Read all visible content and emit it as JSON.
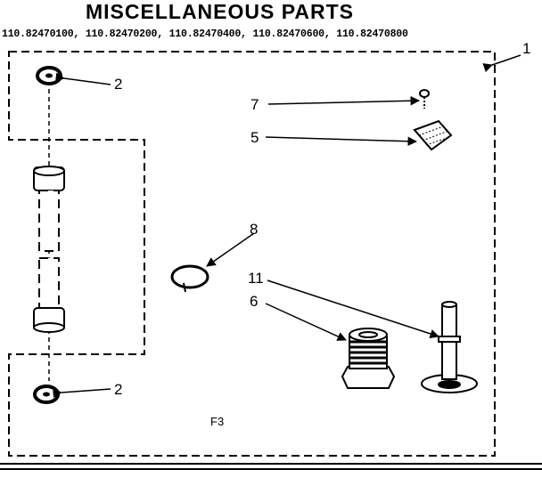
{
  "diagram": {
    "title": "MISCELLANEOUS PARTS",
    "model_numbers": "110.82470100, 110.82470200, 110.82470400, 110.82470600, 110.82470800",
    "figure_label": "F3",
    "callouts": [
      {
        "id": "1",
        "label": "1",
        "part": "kit-outline"
      },
      {
        "id": "2a",
        "label": "2",
        "part": "washer-top"
      },
      {
        "id": "2b",
        "label": "2",
        "part": "washer-bottom"
      },
      {
        "id": "7",
        "label": "7",
        "part": "screw"
      },
      {
        "id": "5",
        "label": "5",
        "part": "clip"
      },
      {
        "id": "8",
        "label": "8",
        "part": "ring"
      },
      {
        "id": "11",
        "label": "11",
        "part": "pin"
      },
      {
        "id": "6",
        "label": "6",
        "part": "fitting"
      }
    ]
  }
}
